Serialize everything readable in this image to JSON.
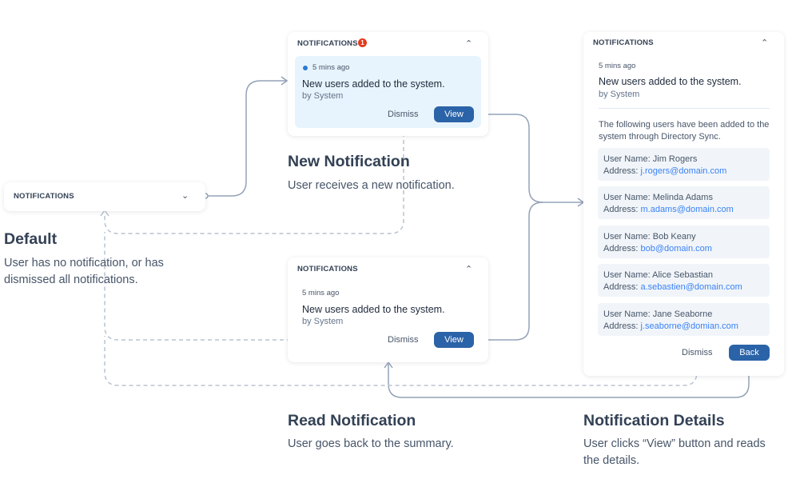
{
  "header_label": "NOTIFICATIONS",
  "default_state": {
    "heading": "Default",
    "description": "User has no notification, or has dismissed all notifications."
  },
  "new_state": {
    "badge_count": "1",
    "time": "5 mins ago",
    "title": "New users added to the system.",
    "by": "by System",
    "dismiss": "Dismiss",
    "view": "View",
    "heading": "New Notification",
    "description": "User receives a new notification."
  },
  "read_state": {
    "time": "5 mins ago",
    "title": "New users added to the system.",
    "by": "by System",
    "dismiss": "Dismiss",
    "view": "View",
    "heading": "Read Notification",
    "description": "User goes back to the summary."
  },
  "details_state": {
    "time": "5 mins ago",
    "title": "New users added to the system.",
    "by": "by System",
    "body": "The following users have been added to the system through Directory Sync.",
    "user_name_label": "User Name:",
    "address_label": "Address:",
    "users": [
      {
        "name": "Jim Rogers",
        "email": "j.rogers@domain.com"
      },
      {
        "name": "Melinda Adams",
        "email": "m.adams@domain.com"
      },
      {
        "name": "Bob Keany",
        "email": "bob@domain.com"
      },
      {
        "name": "Alice Sebastian",
        "email": "a.sebastien@domain.com"
      },
      {
        "name": "Jane Seaborne",
        "email": "j.seaborne@domian.com"
      }
    ],
    "dismiss": "Dismiss",
    "back": "Back",
    "heading": "Notification Details",
    "description": "User clicks “View” button and reads the details."
  },
  "colors": {
    "primary_button": "#2b63a8",
    "badge": "#e5391c",
    "unread_bg": "#e8f4fd",
    "link": "#3b82f6",
    "connector": "#94a3b8"
  }
}
